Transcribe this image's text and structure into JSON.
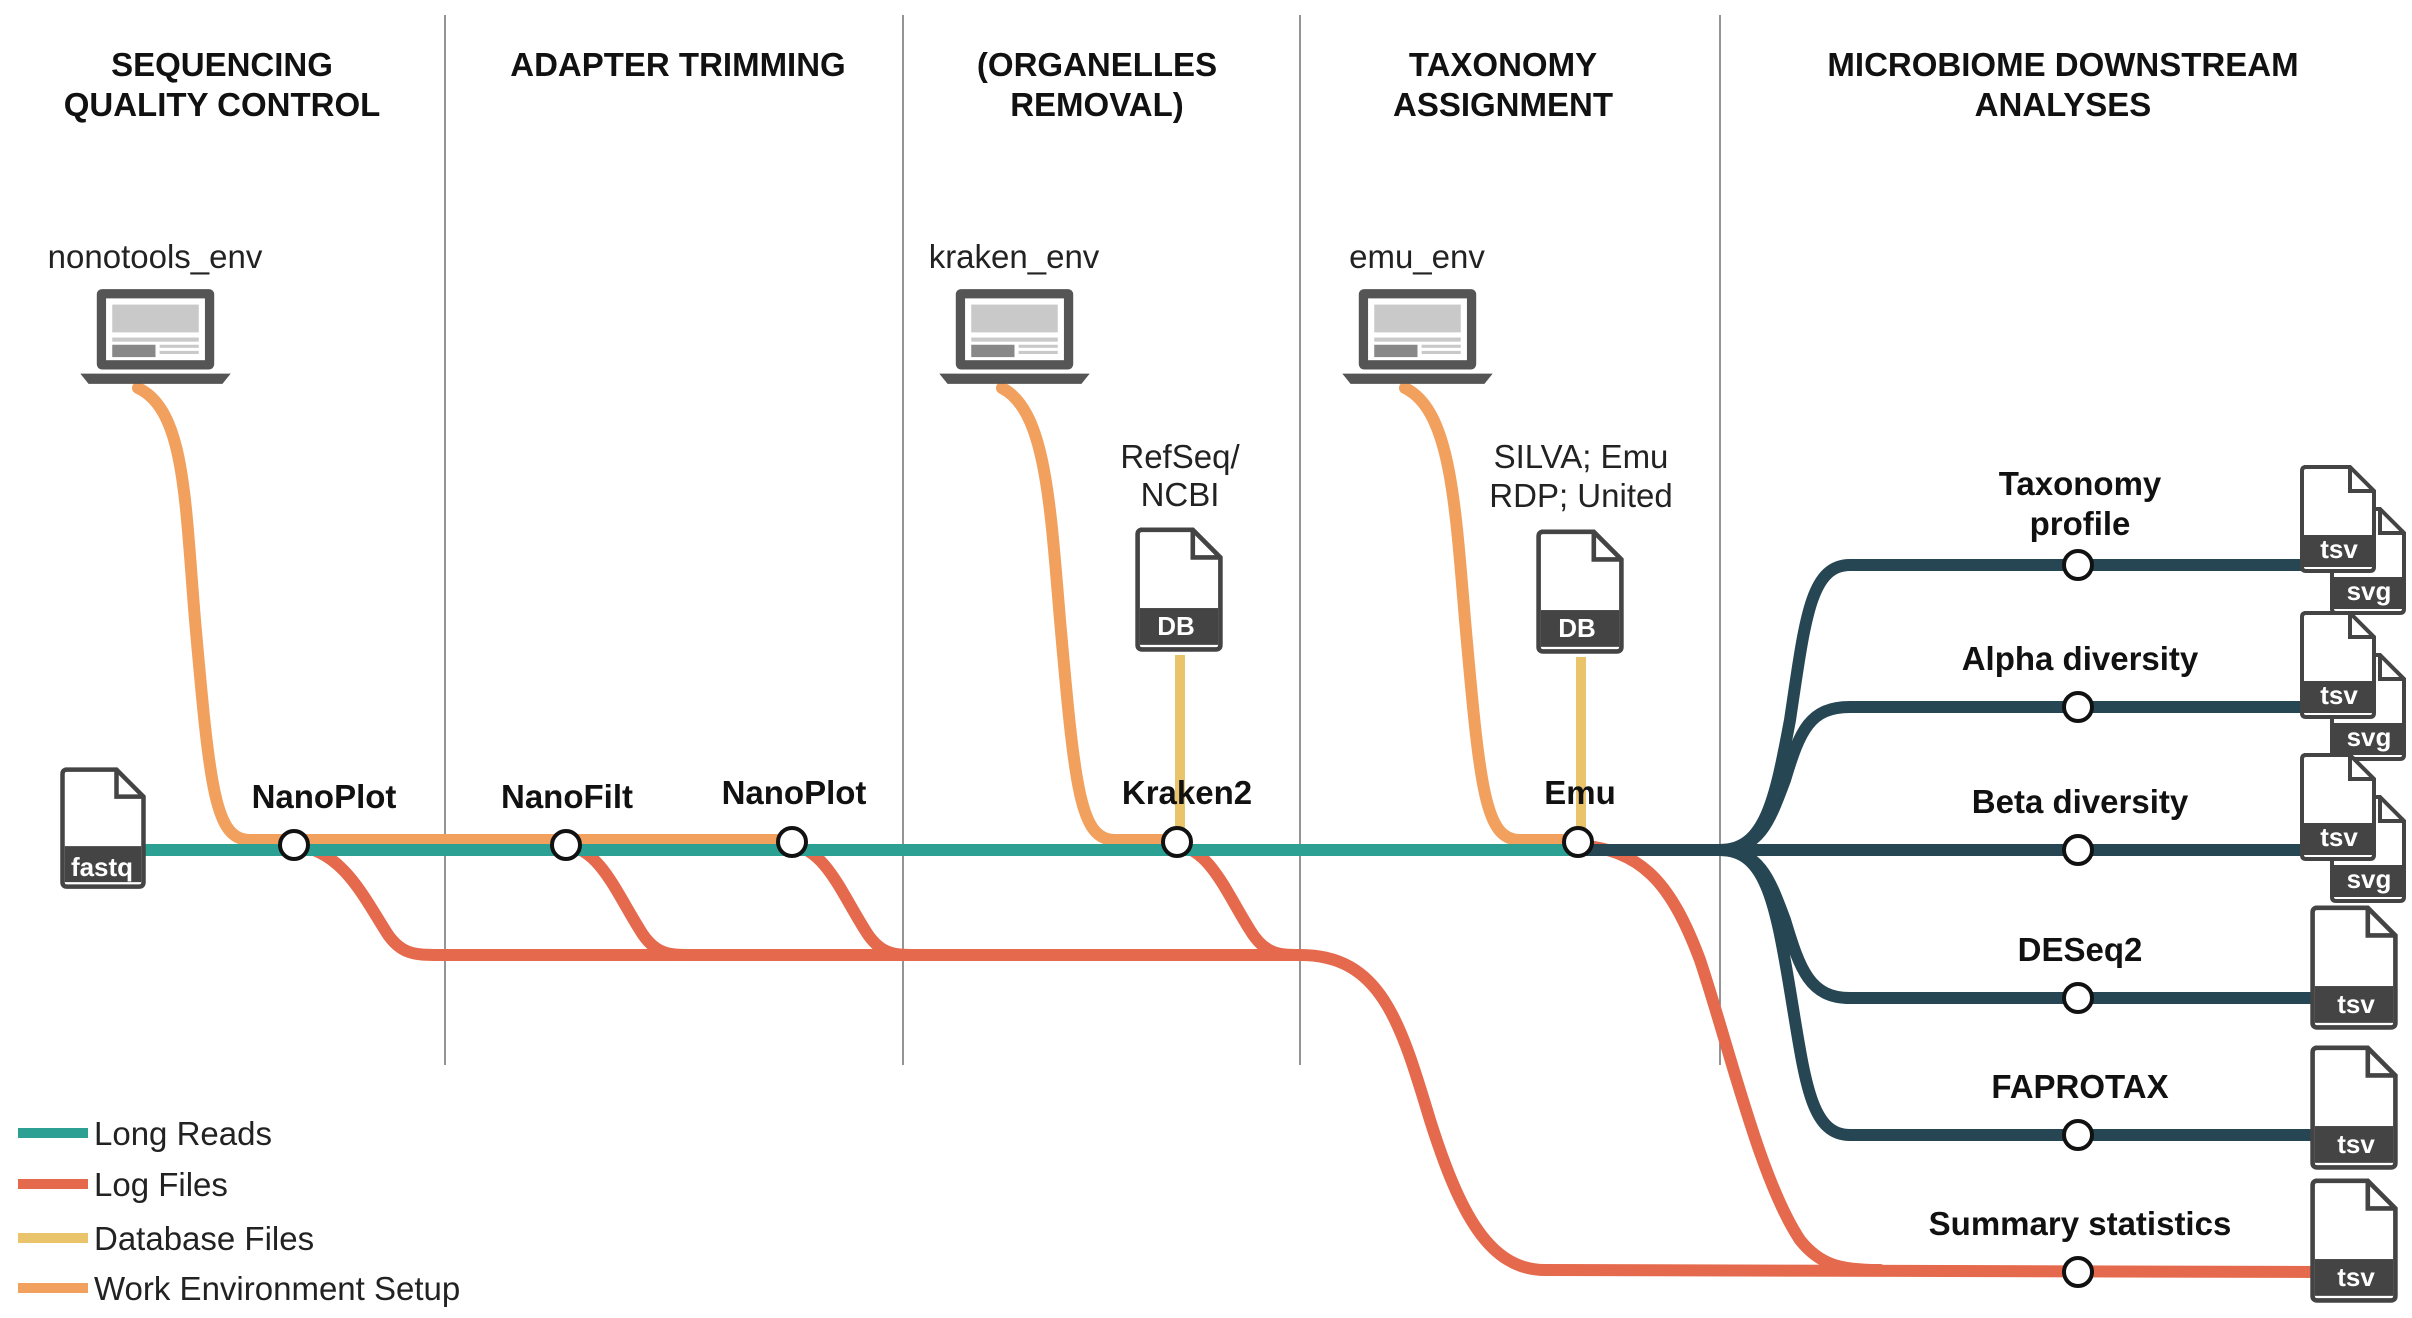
{
  "colors": {
    "long_reads": "#2ba093",
    "log_files": "#e5694c",
    "database_files": "#e9c46a",
    "work_env": "#f2a05d",
    "downstream": "#264653",
    "divider": "#7a7a7a"
  },
  "headers": [
    {
      "line1": "SEQUENCING",
      "line2": "QUALITY CONTROL"
    },
    {
      "line1": "ADAPTER TRIMMING",
      "line2": ""
    },
    {
      "line1": "(ORGANELLES",
      "line2": "REMOVAL)"
    },
    {
      "line1": "TAXONOMY",
      "line2": "ASSIGNMENT"
    },
    {
      "line1": "MICROBIOME DOWNSTREAM",
      "line2": "ANALYSES"
    }
  ],
  "environments": {
    "nanotools": "nonotools_env",
    "kraken": "kraken_env",
    "emu": "emu_env"
  },
  "databases": {
    "kraken_db_line1": "RefSeq/",
    "kraken_db_line2": "NCBI",
    "emu_db_line1": "SILVA; Emu",
    "emu_db_line2": "RDP; United",
    "db_tag": "DB"
  },
  "input_file": {
    "tag": "fastq"
  },
  "tools": {
    "nanoplot1": "NanoPlot",
    "nanofilt": "NanoFilt",
    "nanoplot2": "NanoPlot",
    "kraken2": "Kraken2",
    "emu": "Emu"
  },
  "outputs": [
    {
      "line1": "Taxonomy",
      "line2": "profile",
      "files": [
        "tsv",
        "svg"
      ]
    },
    {
      "line1": "Alpha diversity",
      "line2": "",
      "files": [
        "tsv",
        "svg"
      ]
    },
    {
      "line1": "Beta diversity",
      "line2": "",
      "files": [
        "tsv",
        "svg"
      ]
    },
    {
      "line1": "DESeq2",
      "line2": "",
      "files": [
        "tsv"
      ]
    },
    {
      "line1": "FAPROTAX",
      "line2": "",
      "files": [
        "tsv"
      ]
    },
    {
      "line1": "Summary statistics",
      "line2": "",
      "files": [
        "tsv"
      ]
    }
  ],
  "legend": [
    {
      "label": "Long Reads",
      "color": "#2ba093"
    },
    {
      "label": "Log Files",
      "color": "#e5694c"
    },
    {
      "label": "Database Files",
      "color": "#e9c46a"
    },
    {
      "label": "Work Environment Setup",
      "color": "#f2a05d"
    }
  ]
}
